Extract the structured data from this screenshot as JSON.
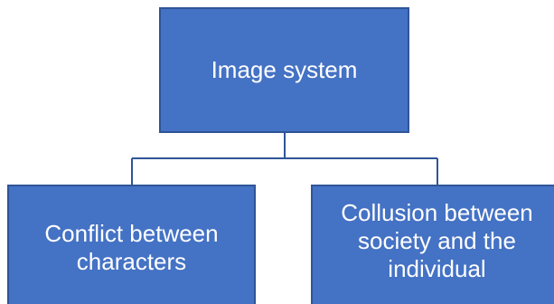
{
  "colors": {
    "box_fill": "#4472c4",
    "box_border": "#2f5597",
    "connector": "#2f5597",
    "text": "#ffffff"
  },
  "diagram": {
    "root": {
      "label": "Image system"
    },
    "children": [
      {
        "label": "Conflict between characters"
      },
      {
        "label": "Collusion between society and the individual"
      }
    ]
  }
}
